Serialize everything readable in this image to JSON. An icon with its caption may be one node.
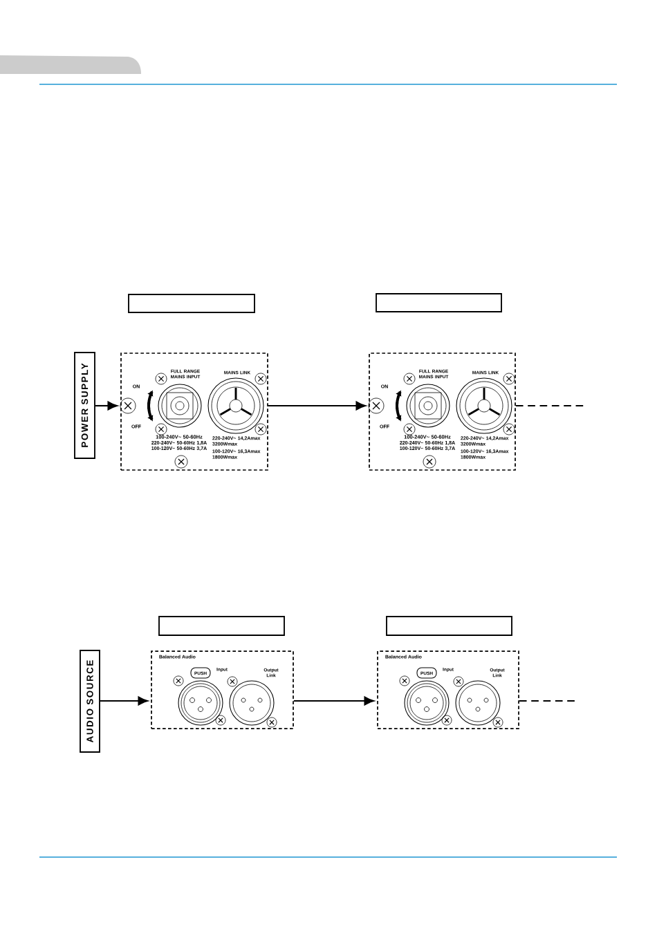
{
  "diagram": {
    "nodes": [
      {
        "text": [
          "POWER SUPPLY"
        ]
      },
      {
        "text": [],
        "shape": "box"
      },
      {
        "text": [],
        "shape": "box"
      },
      {
        "text": [
          "FULL RANGE MAINS INPUT",
          "MAINS LINK",
          "ON",
          "OFF",
          "100-240V~ 50-60Hz",
          "220-240V~ 50-60Hz 1,8A",
          "100-120V~ 50-60Hz 3,7A",
          "220-240V~ 14,2Amax 3200Wmax",
          "100-120V~ 16,3Amax 1800Wmax"
        ]
      },
      {
        "text": [
          "FULL RANGE MAINS INPUT",
          "MAINS LINK",
          "ON",
          "OFF",
          "100-240V~ 50-60Hz",
          "220-240V~ 50-60Hz 1,8A",
          "100-120V~ 50-60Hz 3,7A",
          "220-240V~ 14,2Amax 3200Wmax",
          "100-120V~ 16,3Amax 1800Wmax"
        ]
      },
      {
        "text": [
          "AUDIO SOURCE"
        ]
      },
      {
        "text": [],
        "shape": "box"
      },
      {
        "text": [],
        "shape": "box"
      },
      {
        "text": [
          "Balanced Audio",
          "PUSH",
          "Input",
          "Output Link"
        ]
      },
      {
        "text": [
          "Balanced Audio",
          "PUSH",
          "Input",
          "Output Link"
        ]
      }
    ],
    "edges": [
      {
        "from": 0,
        "to": 3,
        "arrow": "to"
      },
      {
        "from": 3,
        "to": 4,
        "arrow": "to"
      },
      {
        "from": 4,
        "to": null,
        "arrow": "none",
        "style": "dashed"
      },
      {
        "from": 5,
        "to": 8,
        "arrow": "to"
      },
      {
        "from": 8,
        "to": 9,
        "arrow": "to"
      },
      {
        "from": 9,
        "to": null,
        "arrow": "none",
        "style": "dashed"
      }
    ]
  }
}
